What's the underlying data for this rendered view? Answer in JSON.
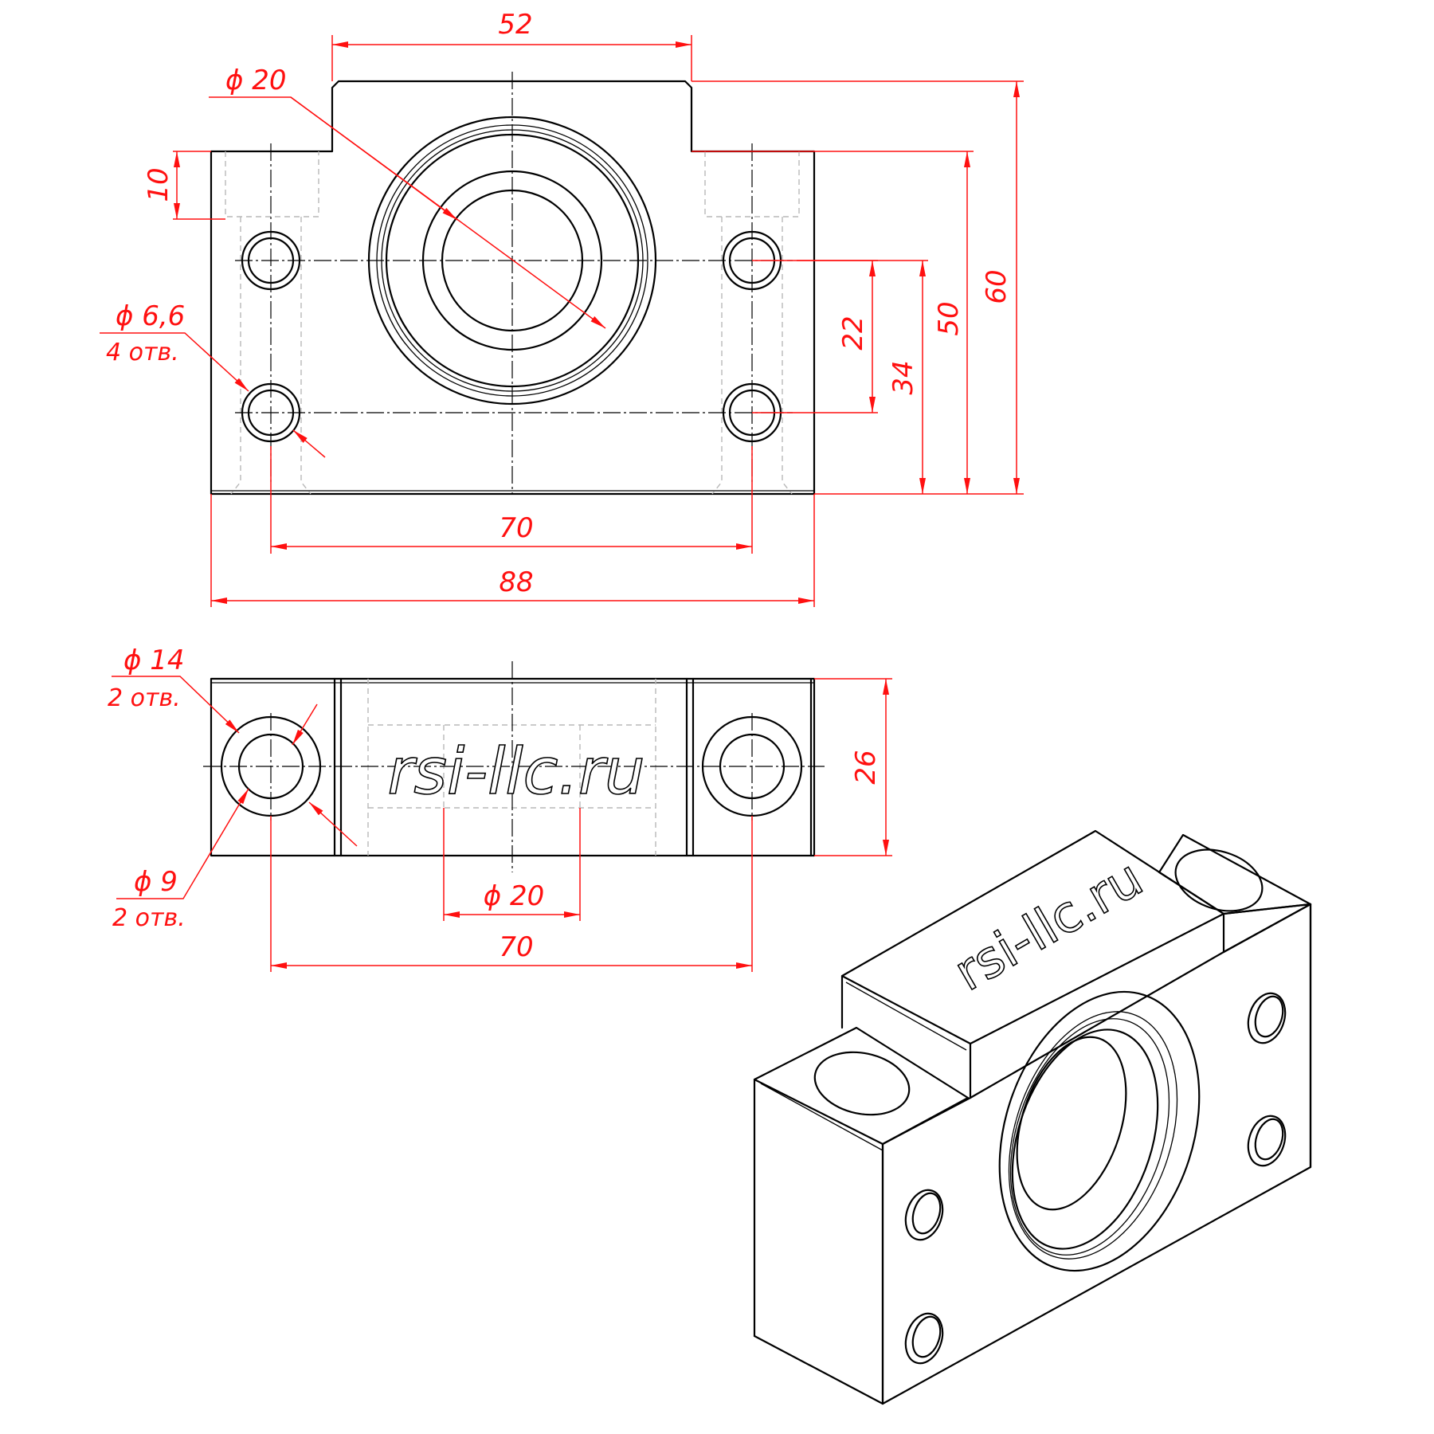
{
  "watermark": "rsi-llc.ru",
  "front_view": {
    "dim_top_width": "52",
    "dim_bore_dia": "ϕ 20",
    "dim_flange_height": "10",
    "dim_hole_dia": "ϕ 6,6",
    "dim_hole_count": "4 отв.",
    "dim_hole_spacing_v": "22",
    "dim_hole_center_h": "34",
    "dim_body_height": "50",
    "dim_total_height": "60",
    "dim_hole_spacing_h": "70",
    "dim_total_width": "88"
  },
  "bottom_view": {
    "dim_cbore_dia": "ϕ 14",
    "dim_cbore_count": "2 отв.",
    "dim_thru_dia": "ϕ 9",
    "dim_thru_count": "2 отв.",
    "dim_depth": "26",
    "dim_bore_dia": "ϕ 20",
    "dim_hole_spacing": "70"
  },
  "colors": {
    "dimension": "#ff1010",
    "outline": "#000000",
    "hidden": "#b8b8b8"
  }
}
